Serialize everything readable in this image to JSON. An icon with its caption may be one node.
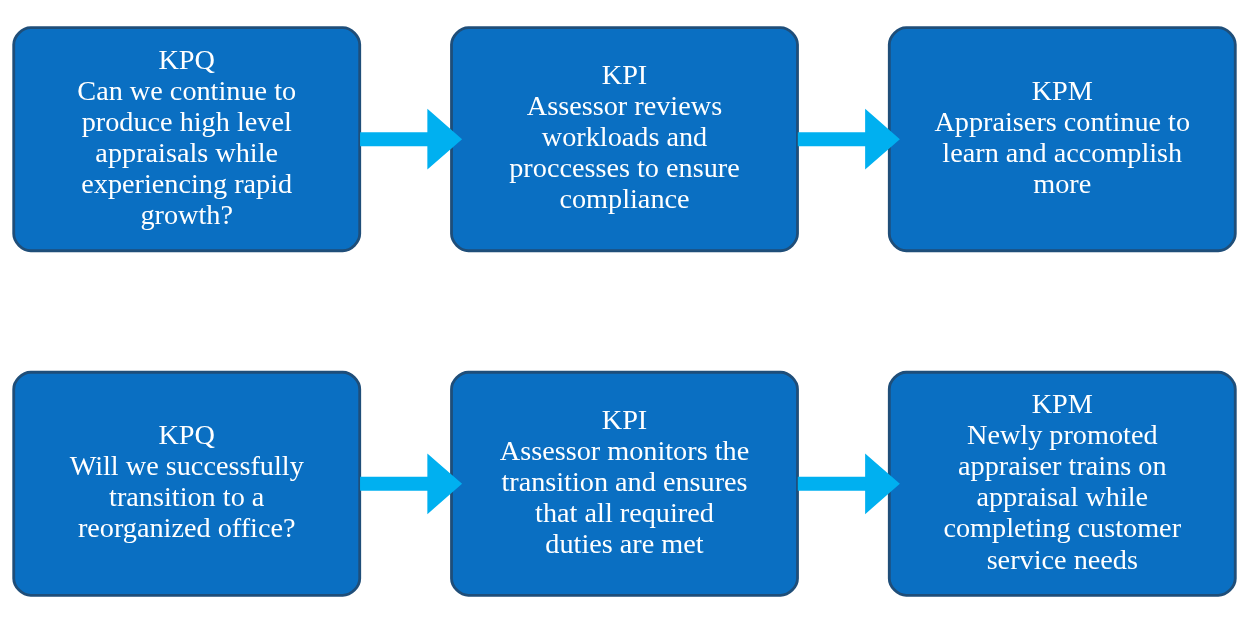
{
  "diagram": {
    "nodes": [
      {
        "text": [
          "KPQ",
          "Can we continue to produce high level appraisals while experiencing rapid growth?"
        ]
      },
      {
        "text": [
          "KPI",
          "Assessor reviews workloads and proccesses to ensure compliance"
        ]
      },
      {
        "text": [
          "KPM",
          "Appraisers continue to learn and accomplish more"
        ]
      },
      {
        "text": [
          "KPQ",
          "Will we successfully transition to a reorganized office?"
        ]
      },
      {
        "text": [
          "KPI",
          "Assessor monitors the transition and ensures that all required duties are met"
        ]
      },
      {
        "text": [
          "KPM",
          "Newly promoted appraiser trains on appraisal while completing customer service needs"
        ]
      }
    ],
    "edges": [
      {
        "from": 0,
        "to": 1,
        "arrow": "to"
      },
      {
        "from": 1,
        "to": 2,
        "arrow": "to"
      },
      {
        "from": 3,
        "to": 4,
        "arrow": "to"
      },
      {
        "from": 4,
        "to": 5,
        "arrow": "to"
      }
    ]
  }
}
